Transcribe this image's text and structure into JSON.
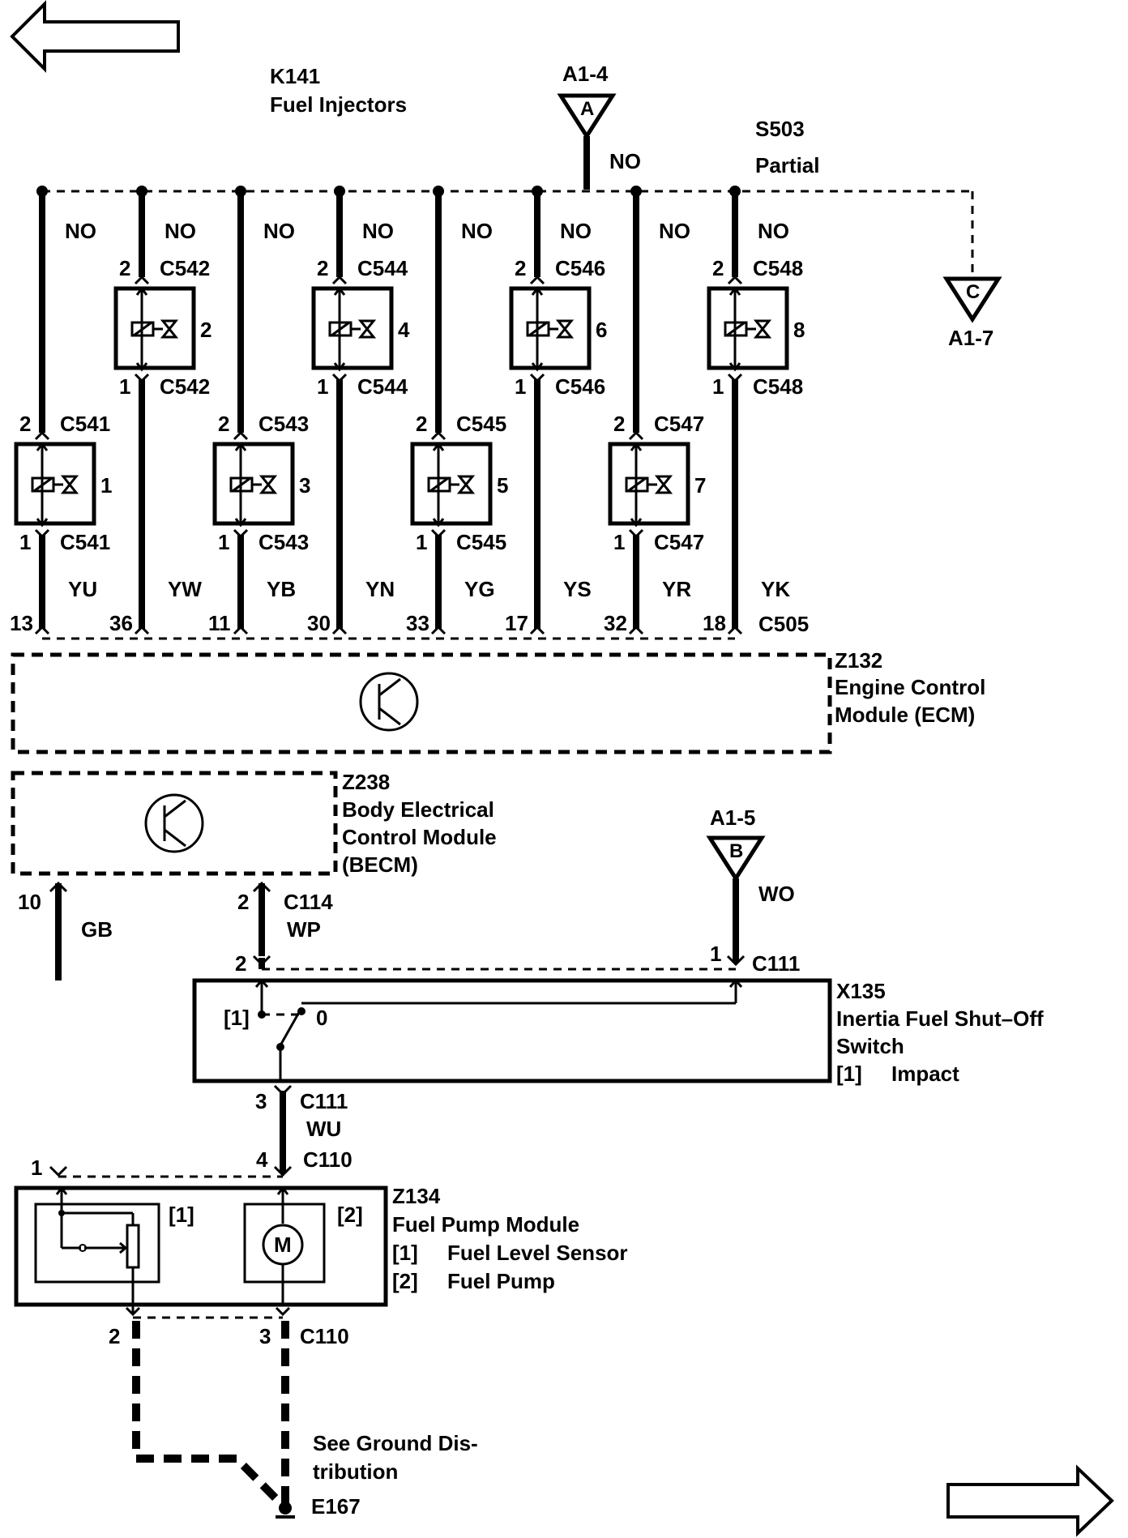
{
  "header": {
    "component_id": "K141",
    "component_name": "Fuel Injectors",
    "connector_a_ref": "A1-4",
    "connector_a_letter": "A",
    "connector_a_wire": "NO",
    "splice_id": "S503",
    "splice_note": "Partial",
    "connector_c_ref": "A1-7",
    "connector_c_letter": "C"
  },
  "injectors": [
    {
      "number": "1",
      "connector": "C541",
      "top_pin": "2",
      "bottom_pin": "1",
      "top_wire": "NO",
      "bottom_wire": "YU",
      "ecm_pin": "13"
    },
    {
      "number": "2",
      "connector": "C542",
      "top_pin": "2",
      "bottom_pin": "1",
      "top_wire": "NO",
      "bottom_wire": "YW",
      "ecm_pin": "36"
    },
    {
      "number": "3",
      "connector": "C543",
      "top_pin": "2",
      "bottom_pin": "1",
      "top_wire": "NO",
      "bottom_wire": "YB",
      "ecm_pin": "11"
    },
    {
      "number": "4",
      "connector": "C544",
      "top_pin": "2",
      "bottom_pin": "1",
      "top_wire": "NO",
      "bottom_wire": "YN",
      "ecm_pin": "30"
    },
    {
      "number": "5",
      "connector": "C545",
      "top_pin": "2",
      "bottom_pin": "1",
      "top_wire": "NO",
      "bottom_wire": "YG",
      "ecm_pin": "33"
    },
    {
      "number": "6",
      "connector": "C546",
      "top_pin": "2",
      "bottom_pin": "1",
      "top_wire": "NO",
      "bottom_wire": "YS",
      "ecm_pin": "17"
    },
    {
      "number": "7",
      "connector": "C547",
      "top_pin": "2",
      "bottom_pin": "1",
      "top_wire": "NO",
      "bottom_wire": "YR",
      "ecm_pin": "32"
    },
    {
      "number": "8",
      "connector": "C548",
      "top_pin": "2",
      "bottom_pin": "1",
      "top_wire": "NO",
      "bottom_wire": "YK",
      "ecm_pin": "18"
    }
  ],
  "ecm": {
    "connector": "C505",
    "id": "Z132",
    "line1": "Engine Control",
    "line2": "Module (ECM)"
  },
  "becm": {
    "id": "Z238",
    "line1": "Body Electrical",
    "line2": "Control Module",
    "line3": "(BECM)",
    "pin_gb": "10",
    "wire_gb": "GB",
    "pin_wp": "2",
    "connector_c114": "C114",
    "wire_wp": "WP"
  },
  "inertia_switch": {
    "connector_b_ref": "A1-5",
    "connector_b_letter": "B",
    "wire_wo": "WO",
    "pin_left": "2",
    "pin_right": "1",
    "connector": "C111",
    "id": "X135",
    "line1": "Inertia Fuel Shut–Off",
    "line2": "Switch",
    "legend_key": "[1]",
    "legend_value": "Impact",
    "state_impact": "[1]",
    "state_normal": "0",
    "bottom_pin": "3",
    "bottom_connector": "C111",
    "wire_wu": "WU"
  },
  "fuel_pump_module": {
    "pin_gb": "1",
    "pin_wu": "4",
    "connector_top": "C110",
    "id": "Z134",
    "title": "Fuel Pump Module",
    "sensor_key": "[1]",
    "sensor_label": "Fuel Level Sensor",
    "pump_key": "[2]",
    "pump_label": "Fuel Pump",
    "motor_symbol": "M",
    "ground_pin_left": "2",
    "ground_pin_right": "3",
    "connector_bottom": "C110"
  },
  "ground": {
    "line1": "See Ground Dis-",
    "line2": "tribution",
    "id": "E167"
  }
}
